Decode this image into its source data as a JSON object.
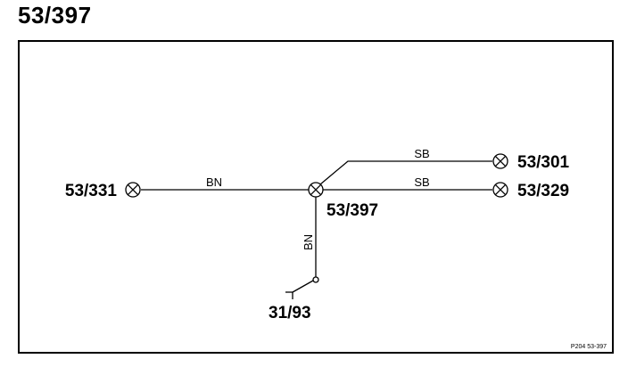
{
  "title": "53/397",
  "connectors": {
    "left": "53/331",
    "center": "53/397",
    "upper_right": "53/301",
    "right": "53/329",
    "ground": "31/93"
  },
  "wires": {
    "left_to_center": "BN",
    "center_to_upper_right": "SB",
    "center_to_right": "SB",
    "center_to_ground": "BN"
  },
  "figure_ref": "P204  53-397",
  "icons": {
    "connector": "circle-cross-connector-icon",
    "ground": "ground-switch-icon"
  }
}
